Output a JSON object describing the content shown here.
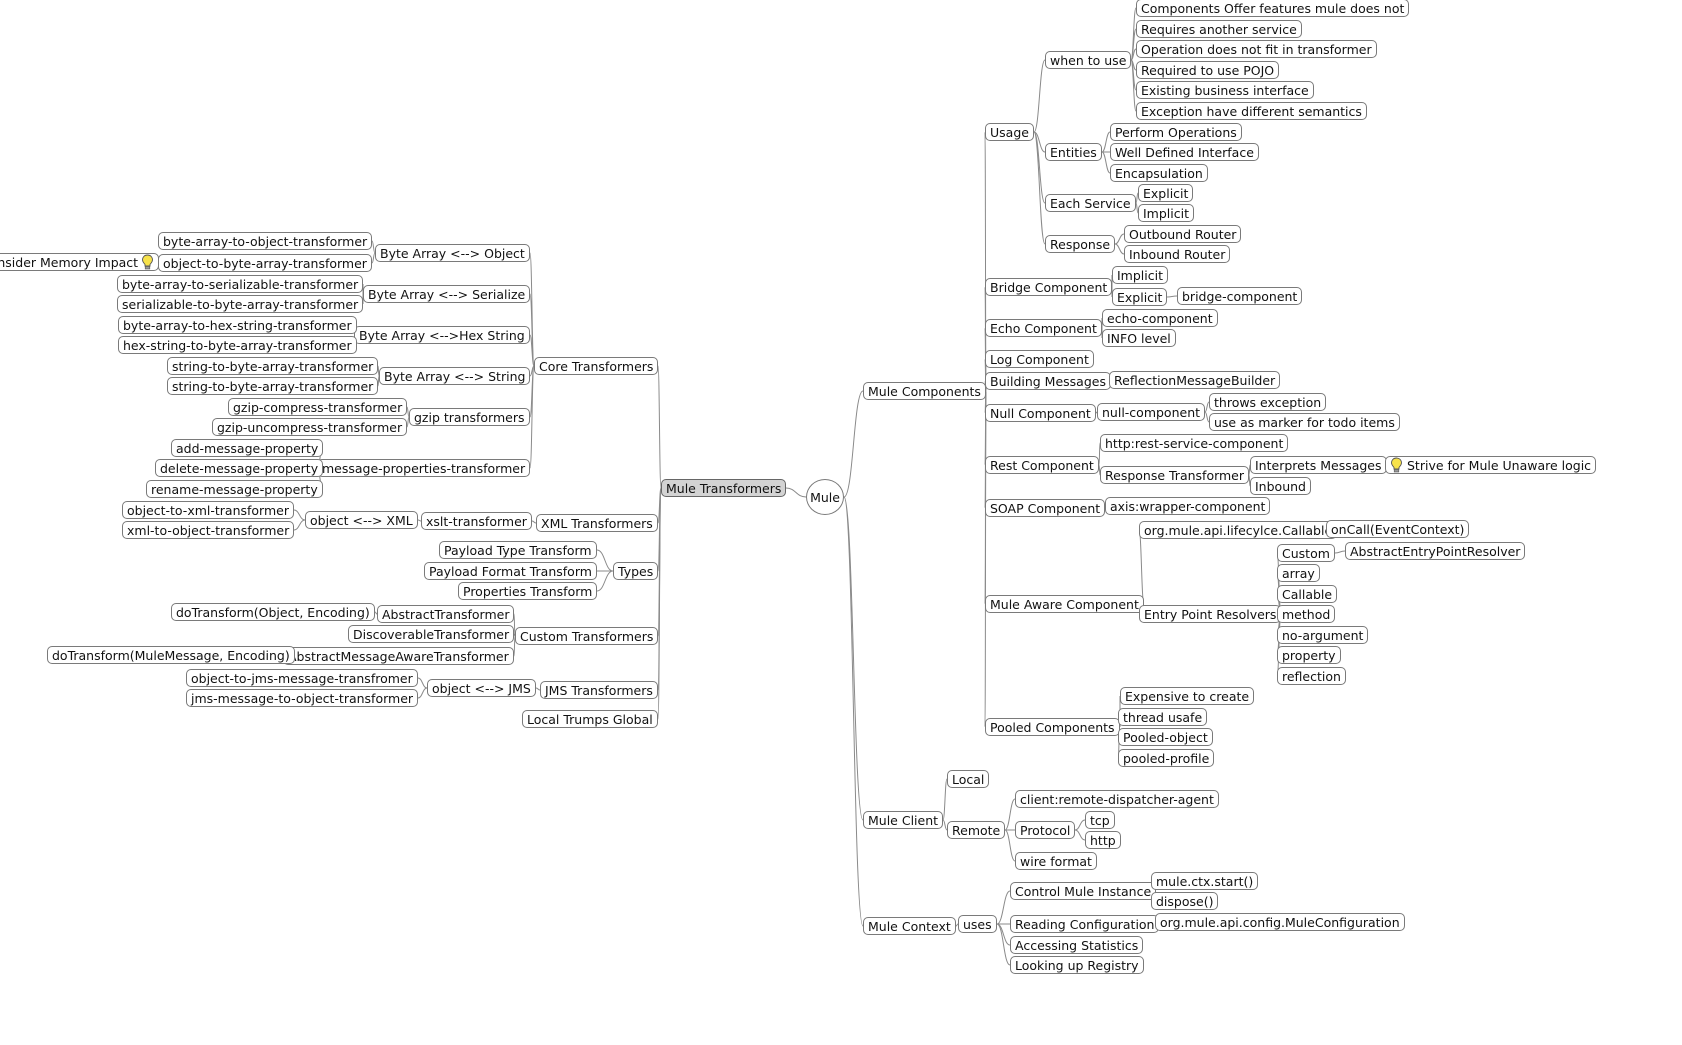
{
  "root": {
    "label": "Mule"
  },
  "left": [
    {
      "label": "Mule Transformers",
      "selected": true,
      "children": [
        {
          "label": "Core Transformers",
          "children": [
            {
              "label": "Byte Array <--> Object",
              "children": [
                {
                  "label": "byte-array-to-object-transformer"
                },
                {
                  "label": "object-to-byte-array-transformer",
                  "children": [
                    {
                      "label": "Consider Memory Impact",
                      "icon": "lightbulb-icon",
                      "icon_pos": "after"
                    }
                  ]
                }
              ]
            },
            {
              "label": "Byte Array <--> Serialize",
              "children": [
                {
                  "label": "byte-array-to-serializable-transformer"
                },
                {
                  "label": "serializable-to-byte-array-transformer"
                }
              ]
            },
            {
              "label": "Byte Array <-->Hex String",
              "children": [
                {
                  "label": "byte-array-to-hex-string-transformer"
                },
                {
                  "label": "hex-string-to-byte-array-transformer"
                }
              ]
            },
            {
              "label": "Byte Array <--> String",
              "children": [
                {
                  "label": "string-to-byte-array-transformer"
                },
                {
                  "label": "string-to-byte-array-transformer"
                }
              ]
            },
            {
              "label": "gzip transformers",
              "children": [
                {
                  "label": "gzip-compress-transformer"
                },
                {
                  "label": "gzip-uncompress-transformer"
                }
              ]
            },
            {
              "label": "message-properties-transformer",
              "children": [
                {
                  "label": "add-message-property"
                },
                {
                  "label": "delete-message-property"
                },
                {
                  "label": "rename-message-property"
                }
              ]
            }
          ]
        },
        {
          "label": "XML Transformers",
          "children": [
            {
              "label": "xslt-transformer",
              "children": [
                {
                  "label": "object <--> XML",
                  "children": [
                    {
                      "label": "object-to-xml-transformer"
                    },
                    {
                      "label": "xml-to-object-transformer"
                    }
                  ]
                }
              ]
            }
          ]
        },
        {
          "label": "Types",
          "children": [
            {
              "label": "Payload Type Transform"
            },
            {
              "label": "Payload Format Transform"
            },
            {
              "label": "Properties Transform"
            }
          ]
        },
        {
          "label": "Custom Transformers",
          "children": [
            {
              "label": "AbstractTransformer",
              "children": [
                {
                  "label": "doTransform(Object, Encoding)"
                }
              ]
            },
            {
              "label": "DiscoverableTransformer"
            },
            {
              "label": "AbstractMessageAwareTransformer",
              "children": [
                {
                  "label": "doTransform(MuleMessage, Encoding)"
                }
              ]
            }
          ]
        },
        {
          "label": "JMS Transformers",
          "children": [
            {
              "label": "object <--> JMS",
              "children": [
                {
                  "label": "object-to-jms-message-transfromer"
                },
                {
                  "label": "jms-message-to-object-transformer"
                }
              ]
            }
          ]
        },
        {
          "label": "Local Trumps Global"
        }
      ]
    }
  ],
  "right": [
    {
      "label": "Mule Components",
      "children": [
        {
          "label": "Usage",
          "children": [
            {
              "label": "when to use",
              "children": [
                {
                  "label": "Components Offer features mule does not"
                },
                {
                  "label": "Requires another service"
                },
                {
                  "label": "Operation does not fit in transformer"
                },
                {
                  "label": "Required to use POJO"
                },
                {
                  "label": "Existing business interface"
                },
                {
                  "label": "Exception have different semantics"
                }
              ]
            },
            {
              "label": "Entities",
              "children": [
                {
                  "label": "Perform Operations"
                },
                {
                  "label": "Well Defined Interface"
                },
                {
                  "label": "Encapsulation"
                }
              ]
            },
            {
              "label": "Each Service",
              "children": [
                {
                  "label": "Explicit"
                },
                {
                  "label": "Implicit"
                }
              ]
            },
            {
              "label": "Response",
              "children": [
                {
                  "label": "Outbound Router"
                },
                {
                  "label": "Inbound Router"
                }
              ]
            }
          ]
        },
        {
          "label": "Bridge Component",
          "children": [
            {
              "label": "Implicit"
            },
            {
              "label": "Explicit",
              "children": [
                {
                  "label": "bridge-component"
                }
              ]
            }
          ]
        },
        {
          "label": "Echo Component",
          "children": [
            {
              "label": "echo-component"
            },
            {
              "label": "INFO level"
            }
          ]
        },
        {
          "label": "Log Component"
        },
        {
          "label": "Building Messages",
          "children": [
            {
              "label": "ReflectionMessageBuilder"
            }
          ]
        },
        {
          "label": "Null Component",
          "children": [
            {
              "label": "null-component",
              "children": [
                {
                  "label": "throws exception"
                },
                {
                  "label": "use as marker for todo items"
                }
              ]
            }
          ]
        },
        {
          "label": "Rest Component",
          "children": [
            {
              "label": "http:rest-service-component"
            },
            {
              "label": "Response Transformer",
              "children": [
                {
                  "label": "Interprets Messages",
                  "children": [
                    {
                      "label": "Strive for Mule Unaware logic",
                      "icon": "lightbulb-icon",
                      "icon_pos": "before"
                    }
                  ]
                },
                {
                  "label": "Inbound"
                }
              ]
            }
          ]
        },
        {
          "label": "SOAP Component",
          "children": [
            {
              "label": "axis:wrapper-component"
            }
          ]
        },
        {
          "label": "Mule Aware Component",
          "children": [
            {
              "label": "org.mule.api.lifecylce.Callable",
              "children": [
                {
                  "label": "onCall(EventContext)"
                }
              ]
            },
            {
              "label": "Entry Point Resolvers",
              "children": [
                {
                  "label": "Custom",
                  "children": [
                    {
                      "label": "AbstractEntryPointResolver"
                    }
                  ]
                },
                {
                  "label": "array"
                },
                {
                  "label": "Callable"
                },
                {
                  "label": "method"
                },
                {
                  "label": "no-argument"
                },
                {
                  "label": "property"
                },
                {
                  "label": "reflection"
                }
              ]
            }
          ]
        },
        {
          "label": "Pooled Components",
          "children": [
            {
              "label": "Expensive to create"
            },
            {
              "label": "thread usafe"
            },
            {
              "label": "Pooled-object"
            },
            {
              "label": "pooled-profile"
            }
          ]
        }
      ]
    },
    {
      "label": "Mule Client",
      "children": [
        {
          "label": "Local"
        },
        {
          "label": "Remote",
          "children": [
            {
              "label": "client:remote-dispatcher-agent"
            },
            {
              "label": "Protocol",
              "children": [
                {
                  "label": "tcp"
                },
                {
                  "label": "http"
                }
              ]
            },
            {
              "label": "wire format"
            }
          ]
        }
      ]
    },
    {
      "label": "Mule Context",
      "children": [
        {
          "label": "uses",
          "children": [
            {
              "label": "Control Mule Instance",
              "children": [
                {
                  "label": "mule.ctx.start()"
                },
                {
                  "label": "dispose()"
                }
              ]
            },
            {
              "label": "Reading Configuration",
              "children": [
                {
                  "label": "org.mule.api.config.MuleConfiguration"
                }
              ]
            },
            {
              "label": "Accessing Statistics"
            },
            {
              "label": "Looking up Registry"
            }
          ]
        }
      ]
    }
  ],
  "colors": {
    "line": "#8a8a8a",
    "border": "#7a7a7a",
    "selected_fill": "#d3d3d3",
    "bulb": "#f7e24a"
  }
}
